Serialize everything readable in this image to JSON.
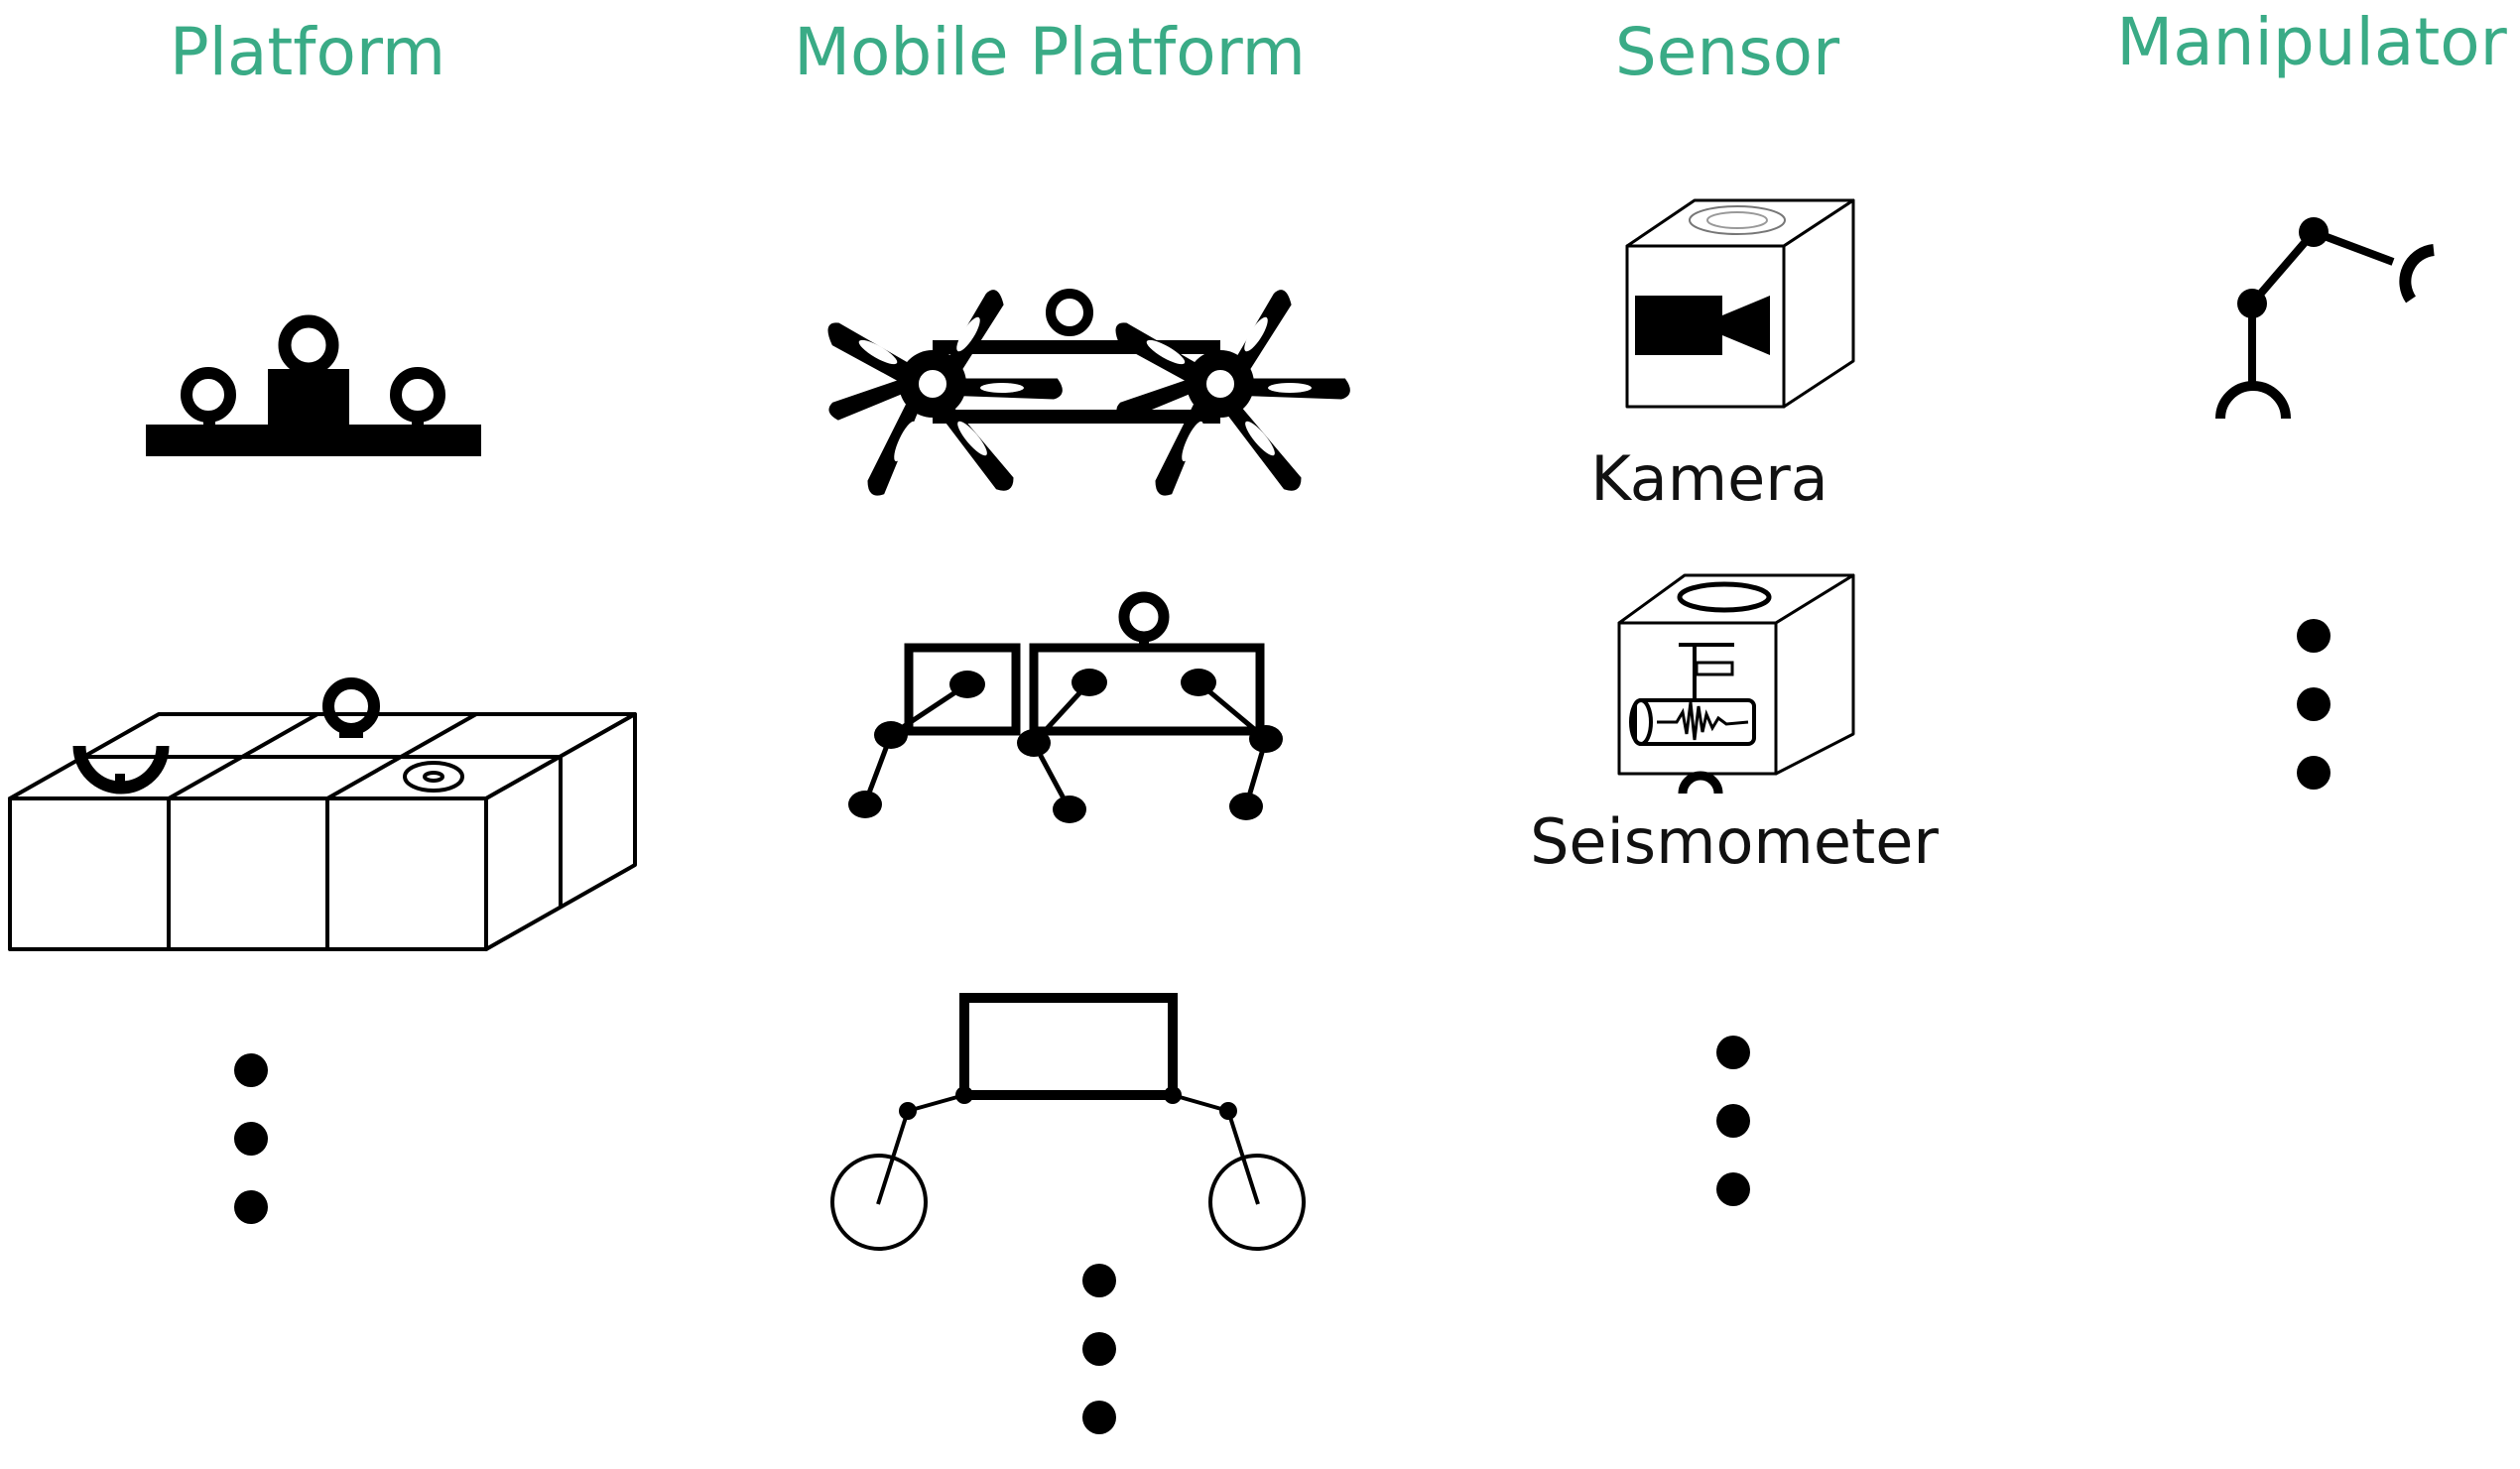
{
  "columns": {
    "platform": {
      "title": "Platform"
    },
    "mobile_platform": {
      "title": "Mobile Platform"
    },
    "sensor": {
      "title": "Sensor",
      "items": [
        {
          "label": "Kamera",
          "icon": "camera-sensor-icon"
        },
        {
          "label": "Seismometer",
          "icon": "seismometer-sensor-icon"
        }
      ]
    },
    "manipulator": {
      "title": "Manipulator"
    }
  },
  "colors": {
    "title": "#3aab86",
    "label": "#111111",
    "drawing": "#000000"
  },
  "icons": [
    "platform-small-icon",
    "platform-modular-block-icon",
    "quad-wheel-star-rover-icon",
    "legged-walker-icon",
    "two-wheel-platform-icon",
    "camera-sensor-icon",
    "seismometer-sensor-icon",
    "robot-arm-icon",
    "ellipsis-icon"
  ]
}
